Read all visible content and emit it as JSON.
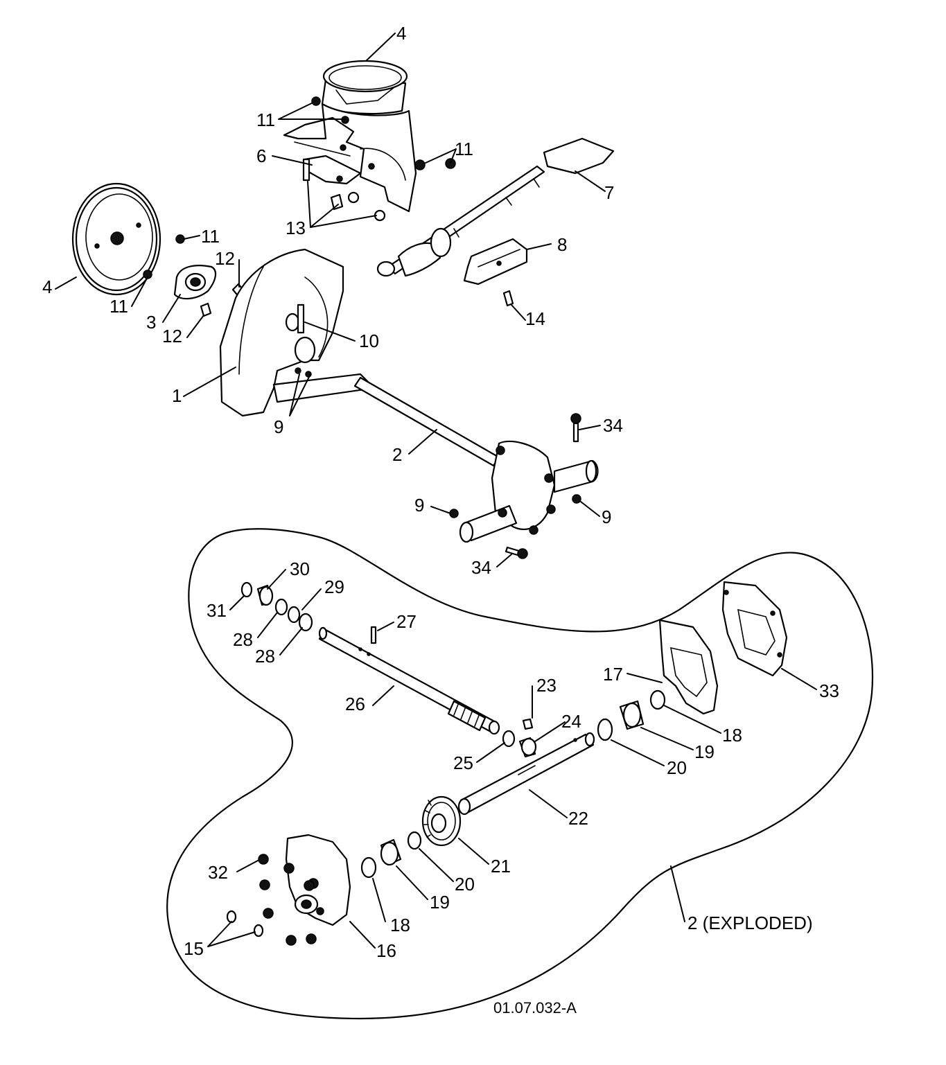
{
  "callouts": {
    "c4_top": "4",
    "c11_left_top": "11",
    "c6": "6",
    "c11_right": "11",
    "c7": "7",
    "c13": "13",
    "c11_mid": "11",
    "c12_upper": "12",
    "c8": "8",
    "c4_pulley": "4",
    "c11_pulley": "11",
    "c3": "3",
    "c12_lower": "12",
    "c14": "14",
    "c10": "10",
    "c1": "1",
    "c9_left": "9",
    "c34_top": "34",
    "c2": "2",
    "c9_mid": "9",
    "c9_right": "9",
    "c34_bottom": "34",
    "c30": "30",
    "c29": "29",
    "c31": "31",
    "c28_a": "28",
    "c28_b": "28",
    "c27": "27",
    "c23": "23",
    "c17": "17",
    "c33": "33",
    "c26": "26",
    "c24": "24",
    "c18_right": "18",
    "c25": "25",
    "c19_right": "19",
    "c20_right": "20",
    "c22": "22",
    "c32": "32",
    "c21": "21",
    "c20_bottom": "20",
    "c19_bottom": "19",
    "c18_bottom": "18",
    "c15": "15",
    "c16": "16",
    "c2_exploded": "2 (EXPLODED)"
  },
  "drawing_code": "01.07.032-A"
}
